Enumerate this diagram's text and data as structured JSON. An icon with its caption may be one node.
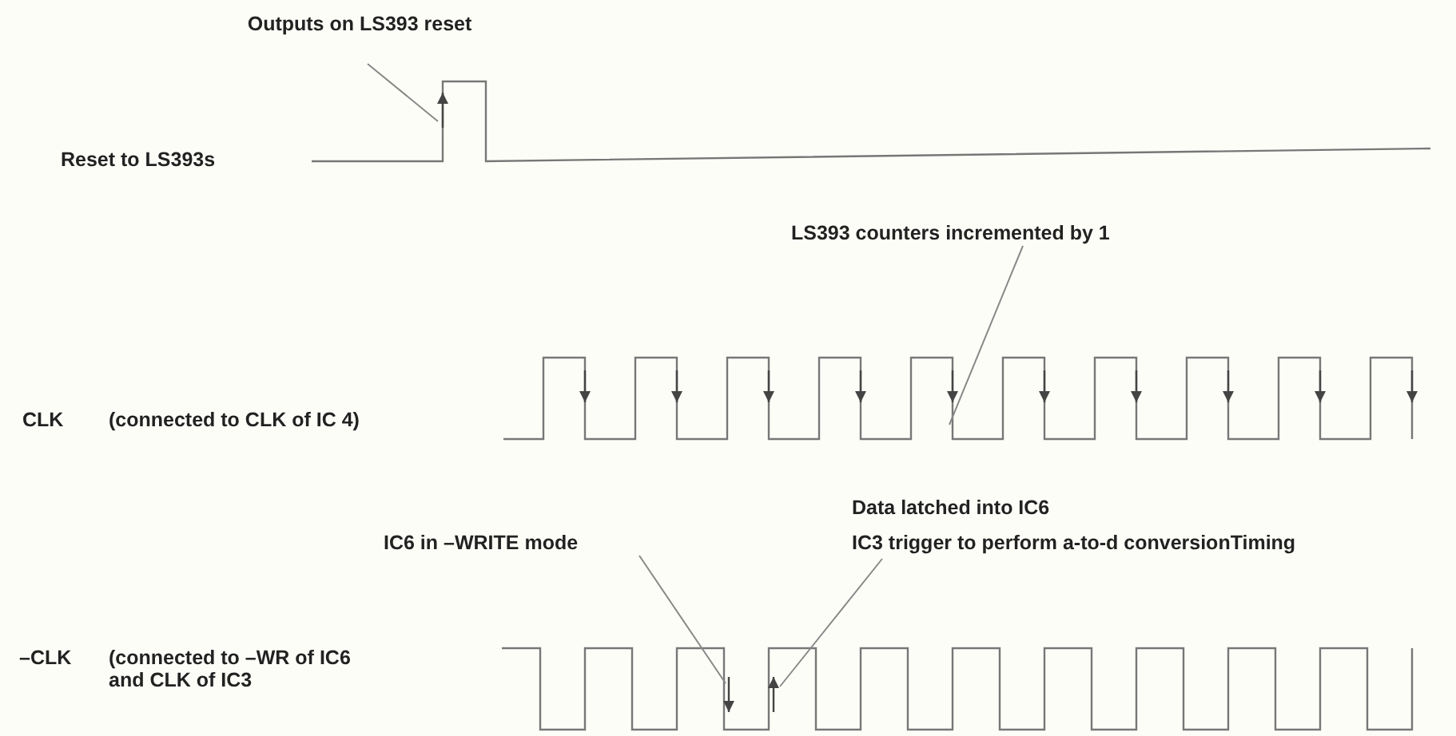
{
  "diagram": {
    "nodes": [
      {
        "text": [
          "Outputs on LS393 reset"
        ]
      },
      {
        "text": [
          "LS393 counters incremented by 1"
        ]
      },
      {
        "text": [
          "IC6 in –WRITE mode"
        ]
      },
      {
        "text": [
          "Data latched into IC6",
          "IC3 trigger to perform a-to-d conversionTiming"
        ]
      }
    ],
    "edges": [
      {
        "from": 0,
        "to": null,
        "arrow": "none"
      },
      {
        "from": 1,
        "to": null,
        "arrow": "none"
      },
      {
        "from": 2,
        "to": null,
        "arrow": "none"
      },
      {
        "from": 3,
        "to": null,
        "arrow": "none"
      }
    ],
    "labels": [
      "Reset to LS393s",
      "CLK",
      "(connected to CLK of IC 4)",
      "–CLK",
      "(connected to –WR of IC6 and CLK of IC3"
    ]
  }
}
